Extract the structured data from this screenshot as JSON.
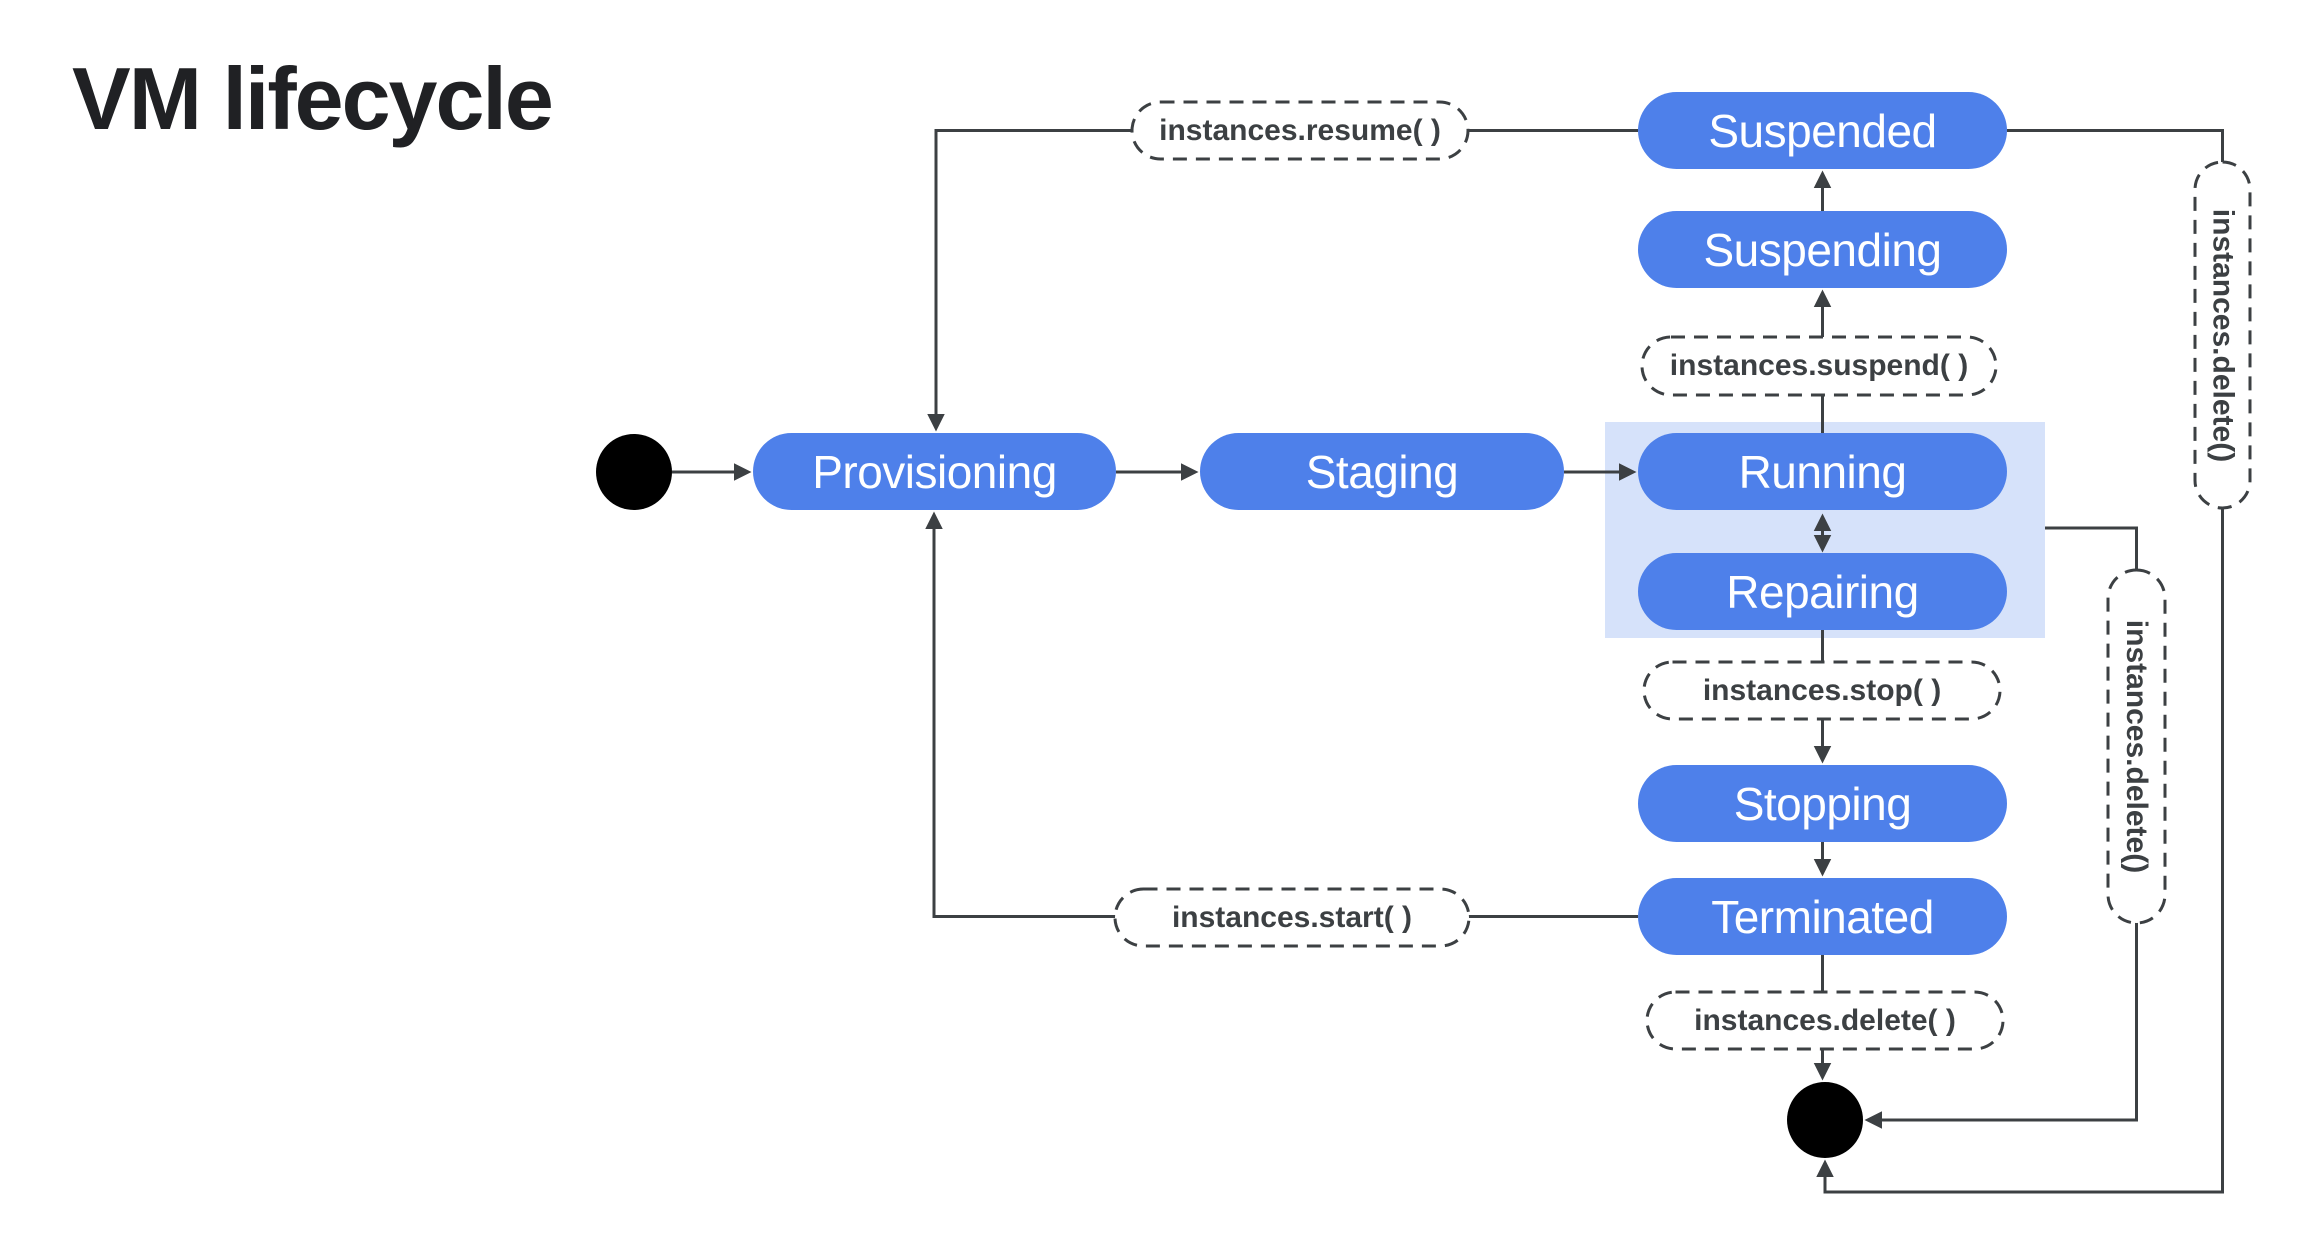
{
  "title": "VM lifecycle",
  "colors": {
    "background": "#ffffff",
    "title_text": "#202124",
    "state_fill": "#4e80ea",
    "state_text": "#ffffff",
    "highlight_fill": "#d6e2fa",
    "line": "#3c4043",
    "api_text": "#3c4043",
    "api_fill": "#ffffff",
    "terminal_node": "#000000"
  },
  "states": {
    "provisioning": "Provisioning",
    "staging": "Staging",
    "running": "Running",
    "repairing": "Repairing",
    "suspended": "Suspended",
    "suspending": "Suspending",
    "stopping": "Stopping",
    "terminated": "Terminated"
  },
  "api_calls": {
    "resume": "instances.resume( )",
    "suspend": "instances.suspend( )",
    "stop": "instances.stop( )",
    "start": "instances.start( )",
    "delete_bottom": "instances.delete( )",
    "delete_middle": "instances.delete()",
    "delete_right": "instances.delete()"
  }
}
